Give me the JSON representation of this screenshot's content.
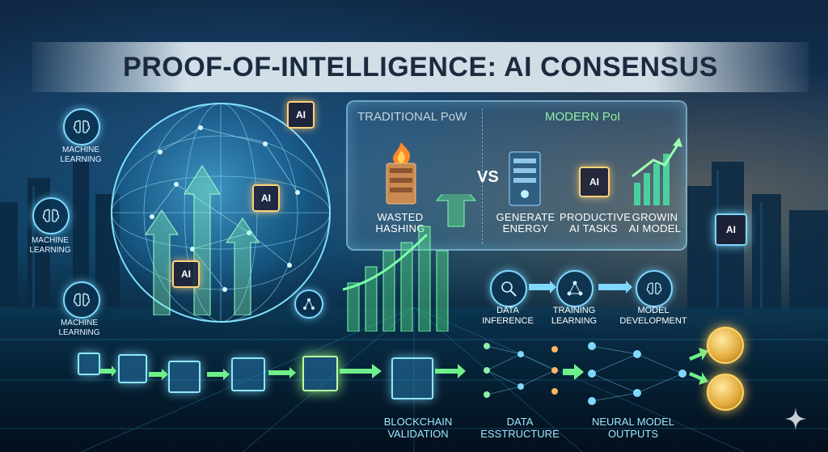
{
  "title": "PROOF-OF-INTELLIGENCE: AI CONSENSUS",
  "comparison": {
    "left_header": "TRADITIONAL PoW",
    "right_header": "MODERN PoI",
    "vs_label": "VS",
    "items": [
      {
        "label_line1": "WASTED",
        "label_line2": "HASHING",
        "icon": "fire-server-icon"
      },
      {
        "label_line1": "GENERATE",
        "label_line2": "ENERGY",
        "icon": "server-icon"
      },
      {
        "label_line1": "PRODUCTIVE",
        "label_line2": "AI TASKS",
        "icon": "ai-chip-icon"
      },
      {
        "label_line1": "GROWIN",
        "label_line2": "AI MODEL",
        "icon": "growth-chart-icon"
      }
    ]
  },
  "machine_learning_labels": [
    {
      "line1": "MACHINE",
      "line2": "LEARNING"
    },
    {
      "line1": "MACHINE",
      "line2": "LEARNING"
    },
    {
      "line1": "MACHINE",
      "line2": "LEARNING"
    }
  ],
  "chip_label": "AI",
  "ai_process": [
    {
      "line1": "DATA",
      "line2": "INFERENCE"
    },
    {
      "line1": "TRAINING",
      "line2": "LEARNING"
    },
    {
      "line1": "MODEL",
      "line2": "DEVELOPMENT"
    }
  ],
  "pipeline": [
    {
      "line1": "BLOCKCHAIN",
      "line2": "VALIDATION"
    },
    {
      "line1": "DATA",
      "line2": "ESSTRUCTURE"
    },
    {
      "line1": "NEURAL MODEL",
      "line2": "OUTPUTS"
    }
  ],
  "colors": {
    "accent_cyan": "#7fd8ff",
    "accent_green": "#6ff08a",
    "coin_gold": "#e2a93a",
    "title_text": "#1b2a3e"
  }
}
